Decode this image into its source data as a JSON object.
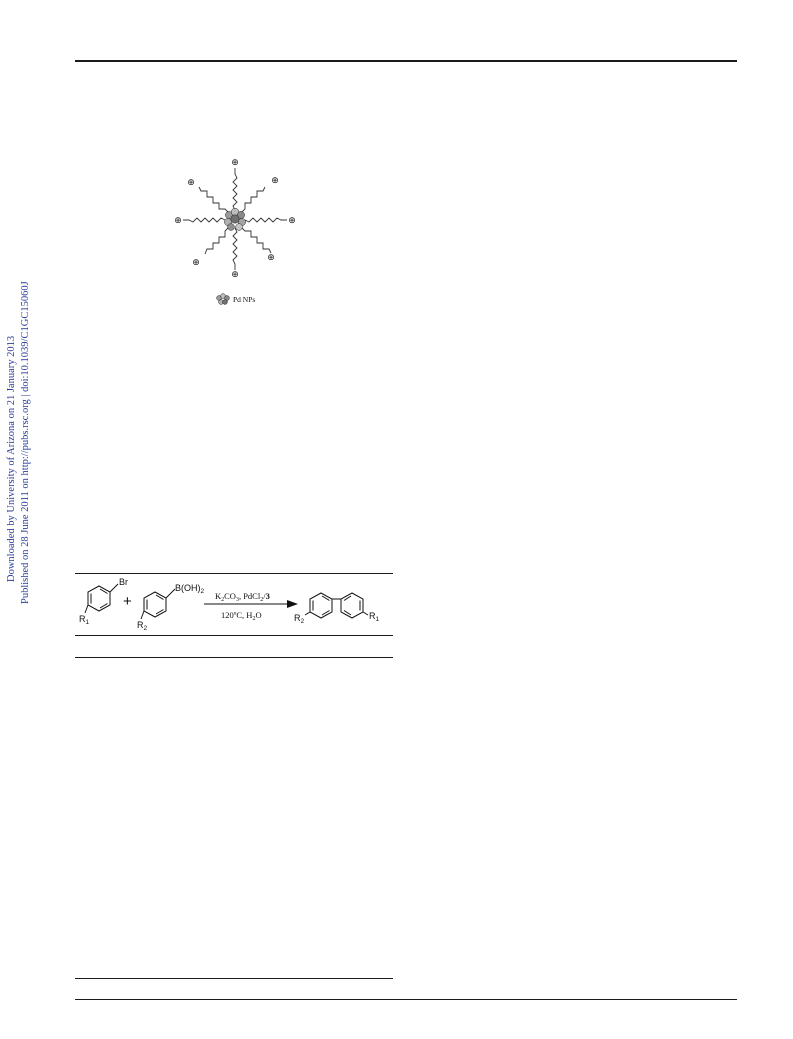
{
  "watermark": {
    "line1": "Downloaded by University of Arizona on 21 January 2013",
    "line2": "Published on 28 June 2011 on http://pubs.rsc.org | doi:10.1039/C1GC15060J"
  },
  "figure": {
    "charge_symbol": "⊕",
    "legend_label": "Pd NPs"
  },
  "scheme": {
    "reactant1_substituent": "Br",
    "reactant1_group": "R",
    "reactant1_group_sub": "1",
    "plus": "+",
    "reactant2_substituent": "B(OH)",
    "reactant2_substituent_sub": "2",
    "reactant2_group": "R",
    "reactant2_group_sub": "2",
    "conditions_top": {
      "k": "K",
      "k_sub": "2",
      "co": "CO",
      "co_sub": "3",
      "pd": ", PdCl",
      "pd_sub": "2",
      "slash": "/",
      "cat": "3"
    },
    "conditions_bottom": {
      "temp": "120ºC, H",
      "h_sub": "2",
      "o": "O"
    },
    "product_left_group": "R",
    "product_left_sub": "2",
    "product_right_group": "R",
    "product_right_sub": "1"
  }
}
